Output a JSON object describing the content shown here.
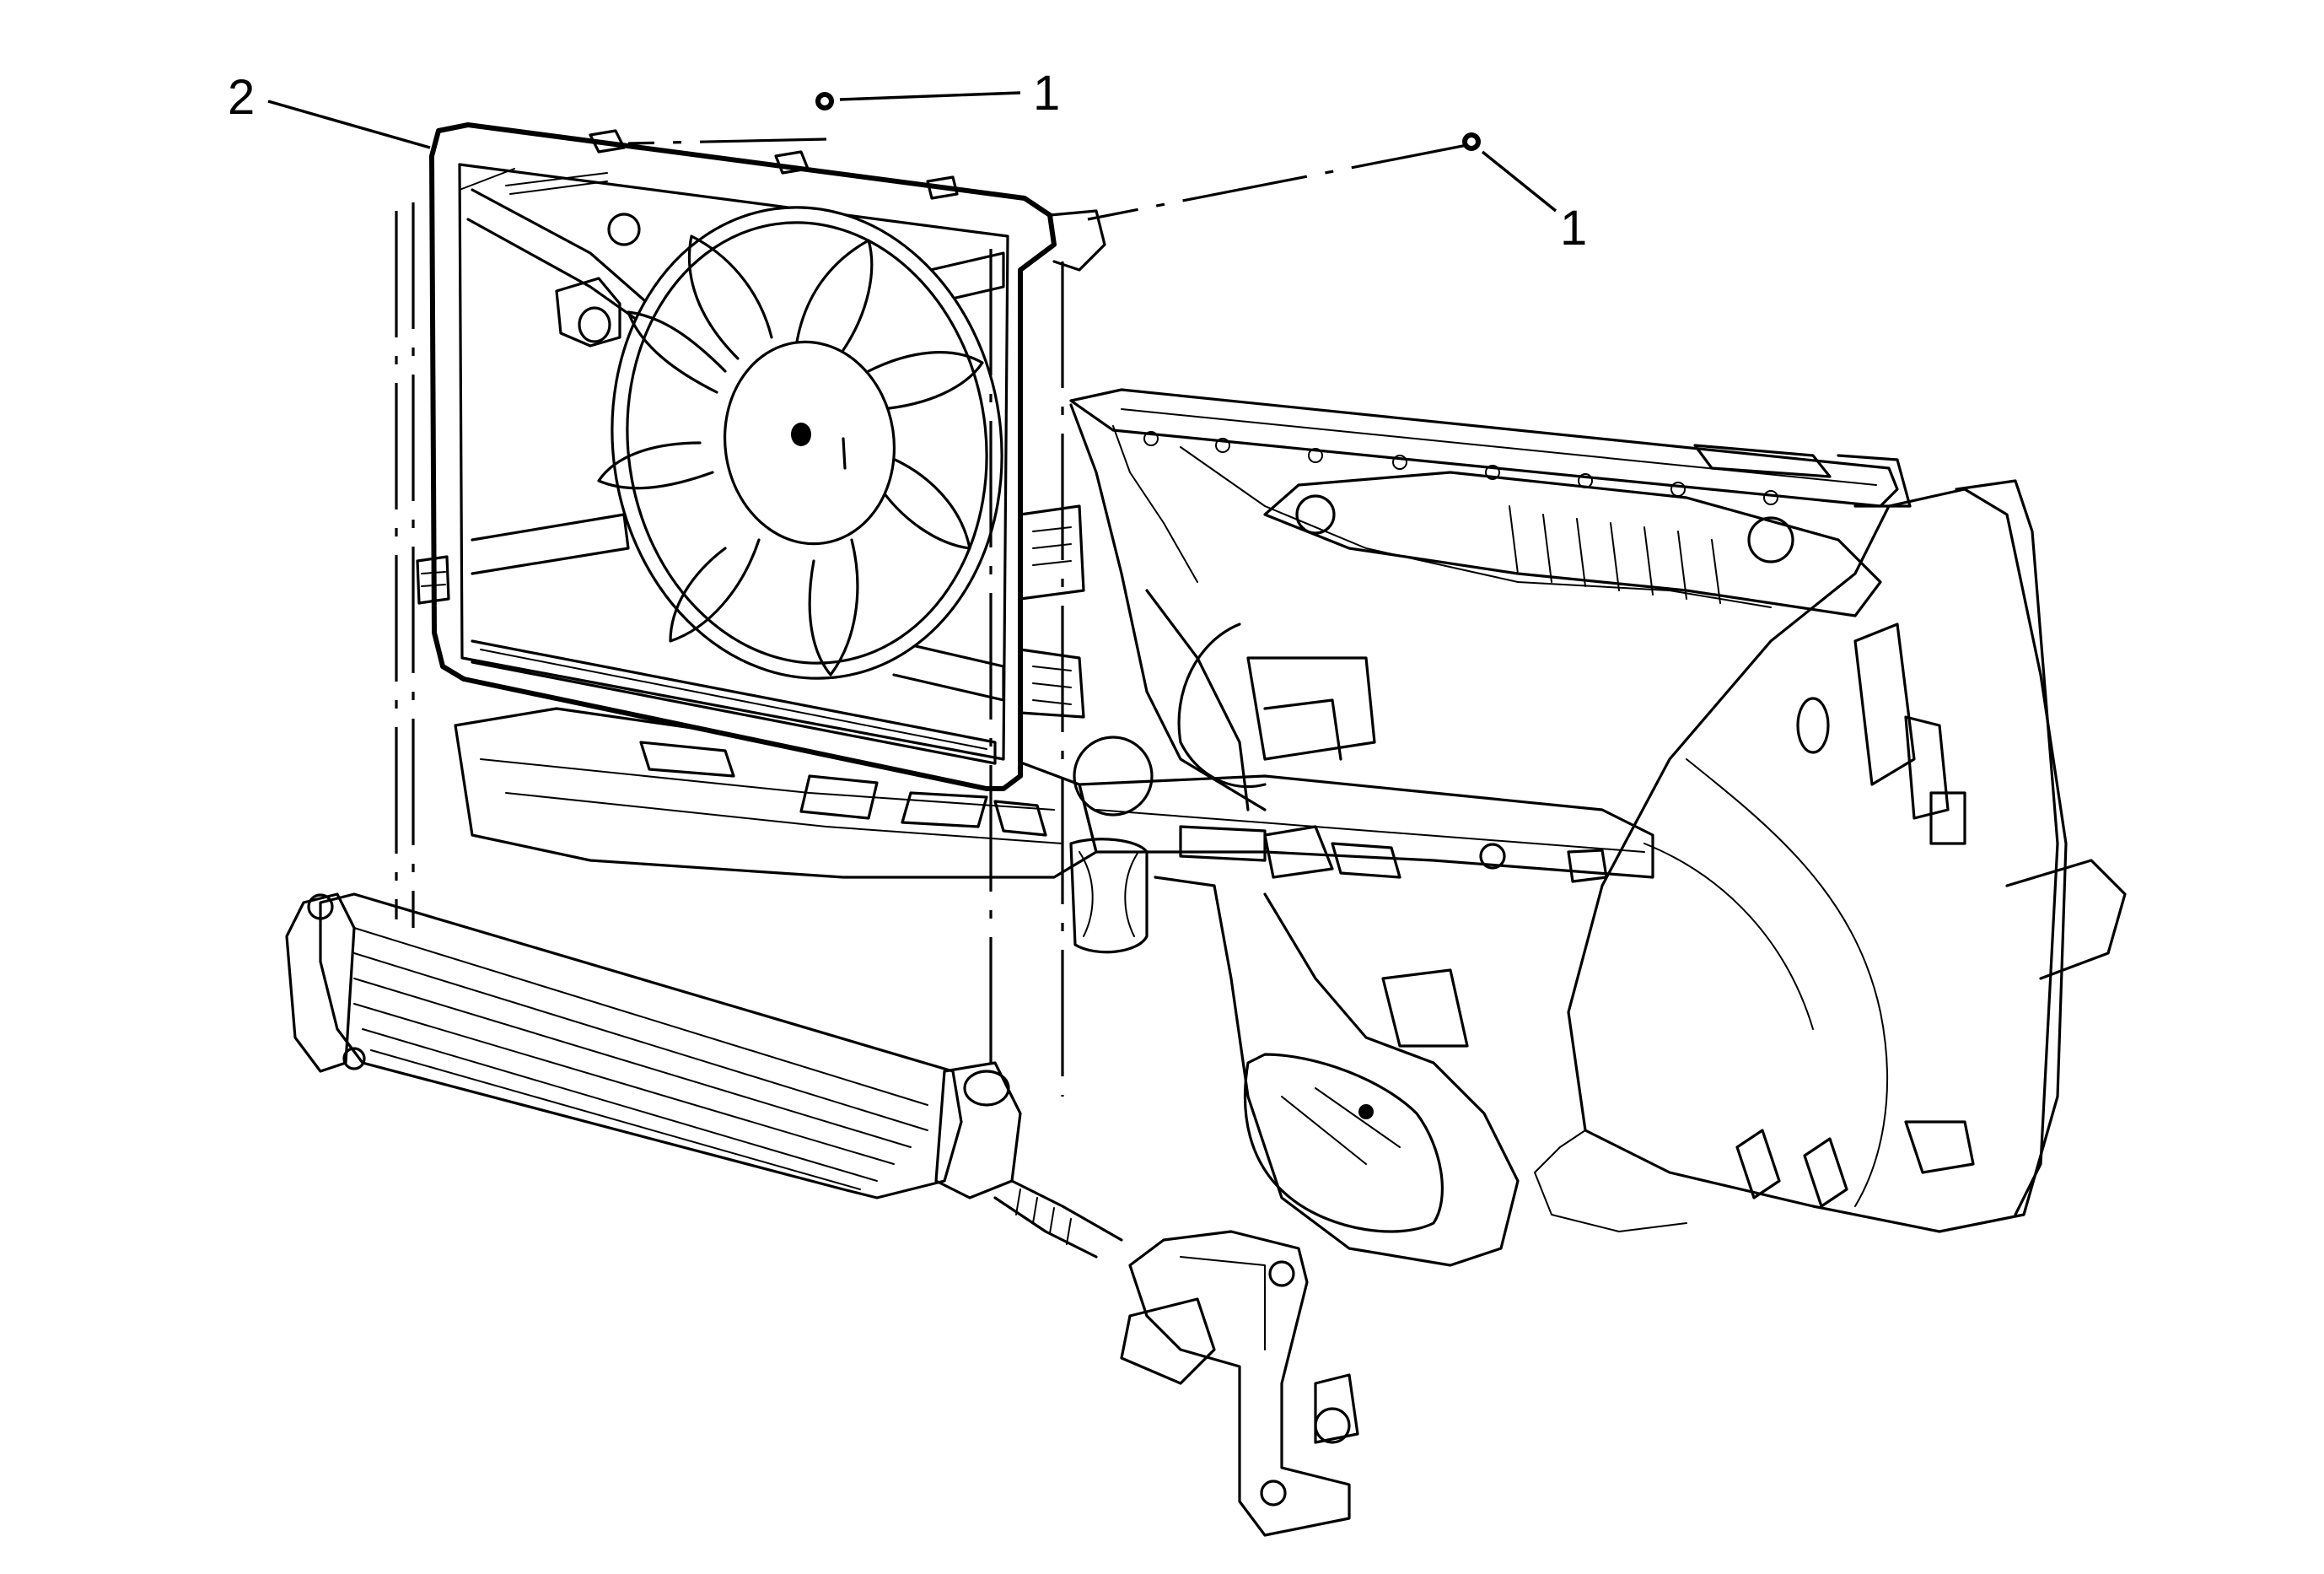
{
  "callouts": [
    {
      "id": "fastener_top",
      "label": "1"
    },
    {
      "id": "fastener_right",
      "label": "1"
    },
    {
      "id": "fan_shroud",
      "label": "2"
    }
  ]
}
